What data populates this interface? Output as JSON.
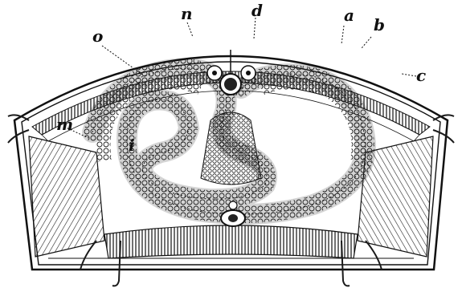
{
  "labels": {
    "a": "a",
    "b": "b",
    "c": "c",
    "d": "d",
    "n": "n",
    "o": "o",
    "m": "m",
    "i": "i"
  }
}
